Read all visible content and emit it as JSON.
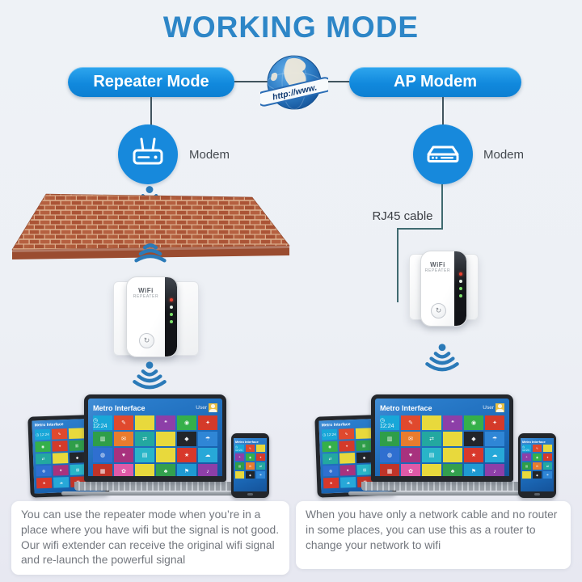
{
  "title": "WORKING MODE",
  "globe": {
    "banner": "http://www."
  },
  "modes": {
    "repeater": {
      "label": "Repeater Mode"
    },
    "ap": {
      "label": "AP Modem"
    }
  },
  "left_column": {
    "modem_label": "Modem",
    "note": "You can use the repeater mode when you’re in a place where you have wifi but the signal is not good. Our wifi extender can receive the original wifi signal and re-launch the powerful signal"
  },
  "right_column": {
    "modem_label": "Modem",
    "cable_label": "RJ45 cable",
    "note": "When you have only a network cable and no router in some places, you can use this as a router to change your network to wifi"
  },
  "repeater_device": {
    "brand_line1": "WiFi",
    "brand_line2": "REPEATER",
    "wps_glyph": "↻"
  },
  "metro": {
    "title": "Metro Interface",
    "user": "User",
    "clock": "◷ 12:24",
    "tiles": [
      {
        "c": "#18a7d8",
        "g": "◷ 12:24",
        "clock": true
      },
      {
        "c": "#e0492e",
        "g": "✎"
      },
      {
        "c": "#e8d93c",
        "g": ""
      },
      {
        "c": "#8d3fa8",
        "g": "❝"
      },
      {
        "c": "#35b04a",
        "g": "◉"
      },
      {
        "c": "#d43a2a",
        "g": "✦"
      },
      {
        "c": "#2f9e49",
        "g": "▥"
      },
      {
        "c": "#e87c2e",
        "g": "✉"
      },
      {
        "c": "#23a8a0",
        "g": "⇄"
      },
      {
        "c": "#e8d93c",
        "g": ""
      },
      {
        "c": "#22252a",
        "g": "◆"
      },
      {
        "c": "#2f86d6",
        "g": "☂"
      },
      {
        "c": "#2f6fd0",
        "g": "◍"
      },
      {
        "c": "#a8327e",
        "g": "♥"
      },
      {
        "c": "#29b5c8",
        "g": "▤"
      },
      {
        "c": "#e8d93c",
        "g": ""
      },
      {
        "c": "#d8382b",
        "g": "★"
      },
      {
        "c": "#27a8d8",
        "g": "☁"
      },
      {
        "c": "#c03428",
        "g": "▦"
      },
      {
        "c": "#df5aa8",
        "g": "✿"
      },
      {
        "c": "#e8d93c",
        "g": ""
      },
      {
        "c": "#33a04e",
        "g": "♣"
      },
      {
        "c": "#1f9ad2",
        "g": "⚑"
      },
      {
        "c": "#8d3fa8",
        "g": "♪"
      }
    ]
  },
  "colors": {
    "accent_blue": "#1789dc",
    "title_blue": "#2d86c7",
    "wifi_blue": "#2b7ab8",
    "brick": "#ad5536",
    "connector": "#41545e",
    "cable_line": "#3f6a70",
    "note_text": "#73777e"
  }
}
